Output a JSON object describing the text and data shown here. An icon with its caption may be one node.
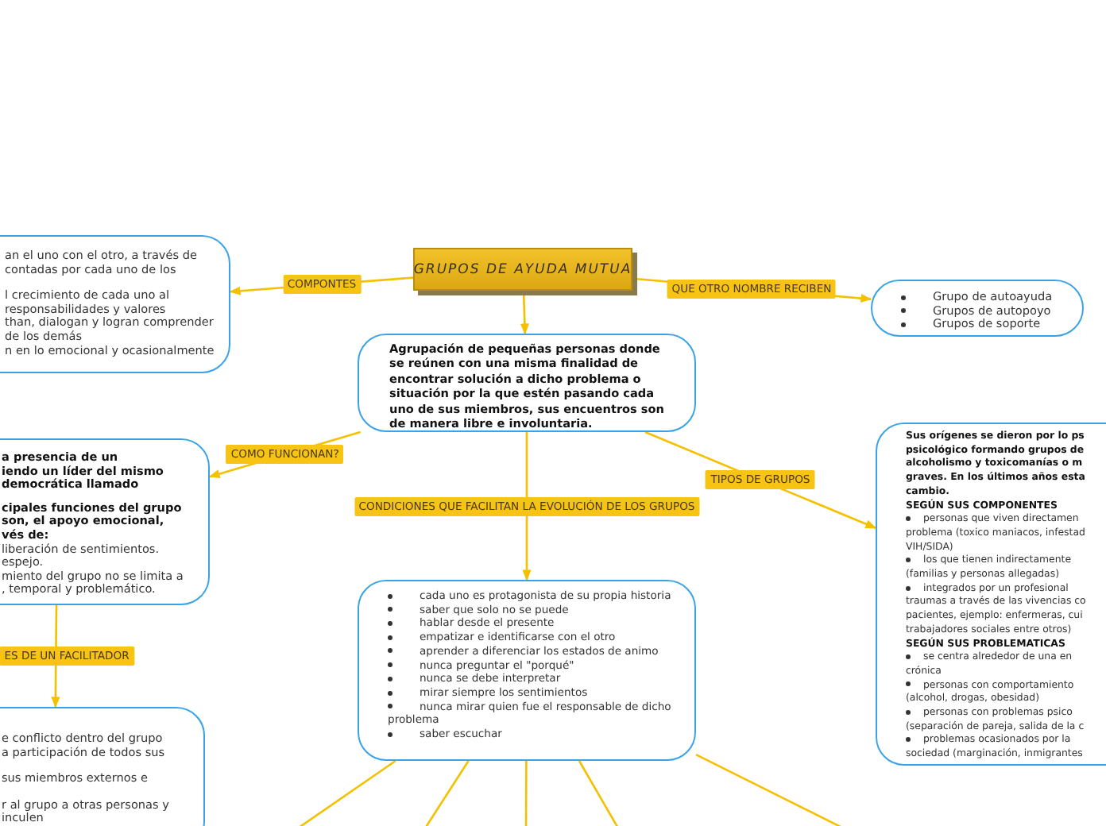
{
  "diagram": {
    "nodes": [
      {
        "text": [
          "GRUPOS DE AYUDA MUTUA"
        ]
      },
      {
        "text": [
          "an el uno con el otro, a través de",
          "contadas por cada uno de los",
          "l crecimiento de cada uno al",
          "responsabilidades y valores",
          "than, dialogan y logran comprender",
          "de los demás",
          "n en lo emocional y ocasionalmente"
        ]
      },
      {
        "text": [
          "Grupo de autoayuda",
          "Grupos de autopoyo",
          "Grupos de soporte"
        ]
      },
      {
        "text": [
          "Agrupación de pequeñas personas donde se reúnen con una misma finalidad de encontrar solución a dicho problema o situación por la que estén pasando cada uno de sus miembros, sus encuentros son de manera libre e involuntaria."
        ]
      },
      {
        "text": [
          "a presencia de un",
          "iendo un líder del mismo",
          "democrática llamado",
          "cipales funciones del grupo",
          "son, el apoyo emocional,",
          "vés de:",
          "liberación de sentimientos.",
          "espejo.",
          "miento del grupo no se limita a",
          ", temporal y problemático."
        ]
      },
      {
        "text": [
          "Sus orígenes se dieron por lo ps",
          "psicológico formando grupos de",
          "alcoholismo y toxicomanías o m",
          "graves. En los últimos años esta",
          "cambio.",
          "SEGÚN SUS COMPONENTES",
          "personas que viven directamen",
          "problema (toxico maniacos, infestad",
          "VIH/SIDA)",
          "los que tienen indirectamente",
          "(familias y personas allegadas)",
          "integrados por un profesional",
          "traumas a través de las vivencias co",
          "pacientes, ejemplo: enfermeras, cui",
          "trabajadores sociales entre otros)",
          "SEGÚN SUS PROBLEMATICAS",
          "se centra alrededor de una en",
          "crónica",
          "personas con comportamiento",
          "(alcohol, drogas, obesidad)",
          "personas con problemas psico",
          "(separación de pareja, salida de la c",
          "problemas ocasionados por la",
          "sociedad (marginación, inmigrantes"
        ]
      },
      {
        "text": [
          "e conflicto dentro del grupo",
          "a participación de todos sus",
          "sus miembros externos e",
          "r al grupo a otras personas y",
          "inculen"
        ]
      },
      {
        "text": [
          "cada uno es protagonista de su propia historia",
          "saber que solo no se puede",
          "hablar desde el presente",
          "empatizar e identificarse con el otro",
          "aprender a diferenciar los estados de animo",
          "nunca preguntar el \"porqué\"",
          "nunca se debe interpretar",
          "mirar siempre los sentimientos",
          "nunca mirar quien fue el responsable de dicho problema",
          "saber escuchar"
        ]
      }
    ],
    "edges": [
      {
        "from": 0,
        "to": 1,
        "arrow": "to",
        "label": "COMPONTES"
      },
      {
        "from": 0,
        "to": 2,
        "arrow": "to",
        "label": "QUE OTRO NOMBRE RECIBEN"
      },
      {
        "from": 0,
        "to": 3,
        "arrow": "to"
      },
      {
        "from": 3,
        "to": 4,
        "arrow": "to",
        "label": "COMO FUNCIONAN?"
      },
      {
        "from": 3,
        "to": 7,
        "arrow": "to",
        "label": "CONDICIONES QUE FACILITAN LA EVOLUCIÓN DE LOS GRUPOS"
      },
      {
        "from": 3,
        "to": 5,
        "arrow": "to",
        "label": "TIPOS DE GRUPOS"
      },
      {
        "from": 4,
        "to": 6,
        "arrow": "to",
        "label": "ES DE UN FACILITADOR"
      },
      {
        "from": 7,
        "to": null,
        "arrow": "none"
      },
      {
        "from": 7,
        "to": null,
        "arrow": "none"
      },
      {
        "from": 7,
        "to": null,
        "arrow": "none"
      },
      {
        "from": 7,
        "to": null,
        "arrow": "none"
      },
      {
        "from": 7,
        "to": null,
        "arrow": "none"
      }
    ]
  }
}
